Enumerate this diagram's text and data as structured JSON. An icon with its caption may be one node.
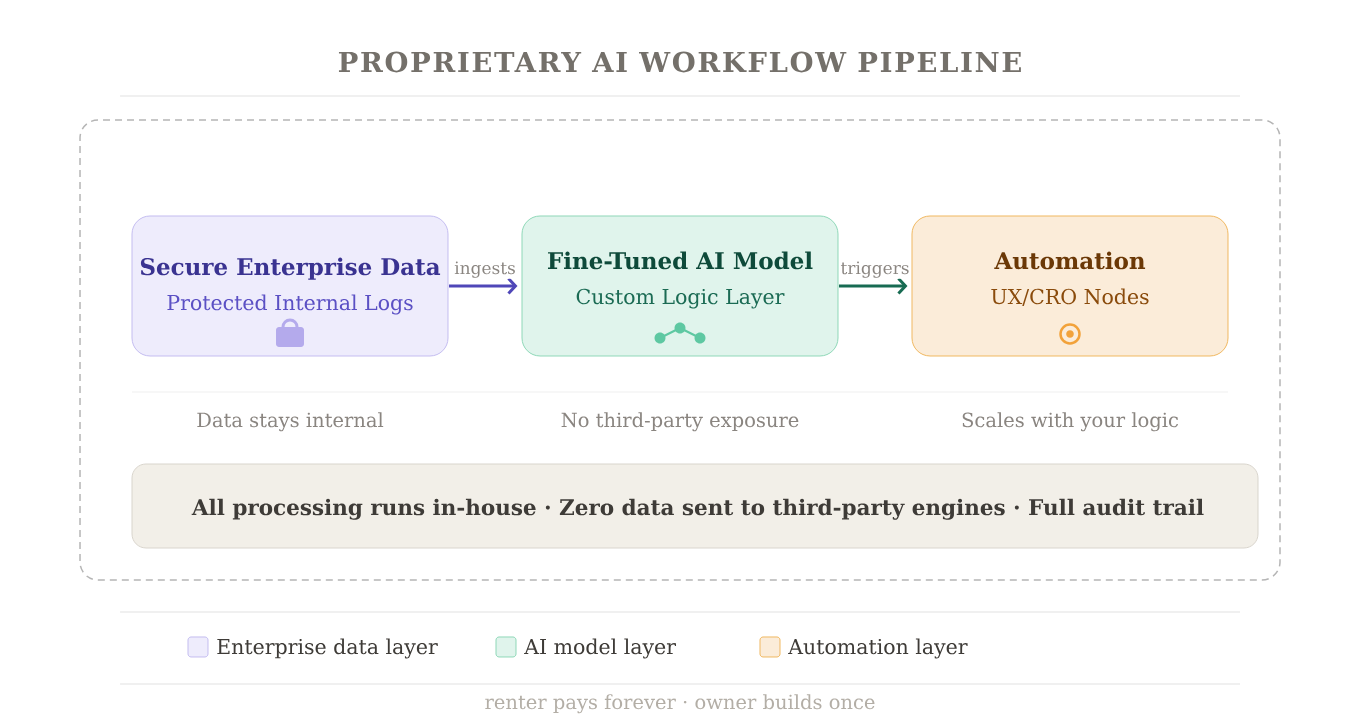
{
  "diagram": {
    "title": "PROPRIETARY AI WORKFLOW PIPELINE",
    "caption": "renter pays forever · owner builds once",
    "nodes": [
      {
        "text": [],
        "shape": "box"
      },
      {
        "text": [
          "Secure Enterprise Data",
          "Protected Internal Logs"
        ],
        "in": 0
      },
      {
        "text": [
          "Fine-Tuned AI Model",
          "Custom Logic Layer"
        ],
        "in": 0
      },
      {
        "text": [
          "Automation",
          "UX/CRO Nodes"
        ],
        "in": 0
      },
      {
        "text": [
          "All processing runs in-house · Zero data sent to third-party engines · Full audit trail"
        ],
        "in": 0
      }
    ],
    "edges": [
      {
        "from": 1,
        "to": 2,
        "arrow": "to",
        "label": "ingests",
        "color": "#4f47b8"
      },
      {
        "from": 2,
        "to": 3,
        "arrow": "to",
        "label": "triggers",
        "color": "#176b52"
      }
    ],
    "labels": [
      "Data stays internal",
      "No third-party exposure",
      "Scales with your logic"
    ],
    "legend": [
      {
        "text": "Enterprise data layer",
        "color": "#eeecfc"
      },
      {
        "text": "AI model layer",
        "color": "#e0f4ec"
      },
      {
        "text": "Automation layer",
        "color": "#fbecd9"
      }
    ]
  }
}
